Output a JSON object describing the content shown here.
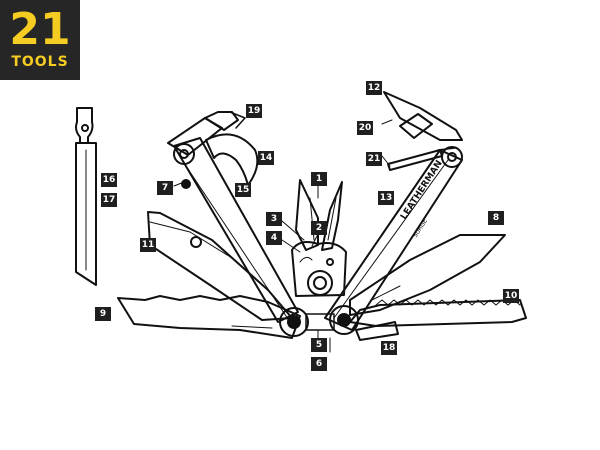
{
  "badge": {
    "count": "21",
    "label": "TOOLS",
    "bg_color": "#262626",
    "text_color": "#f4cc22"
  },
  "brand_engraving": "LEATHERMAN",
  "model_engraving": "SURGE",
  "callouts": [
    "1",
    "2",
    "3",
    "4",
    "5",
    "6",
    "7",
    "8",
    "9",
    "10",
    "11",
    "12",
    "13",
    "14",
    "15",
    "16",
    "17",
    "18",
    "19",
    "20",
    "21"
  ],
  "line_color": "#111111"
}
